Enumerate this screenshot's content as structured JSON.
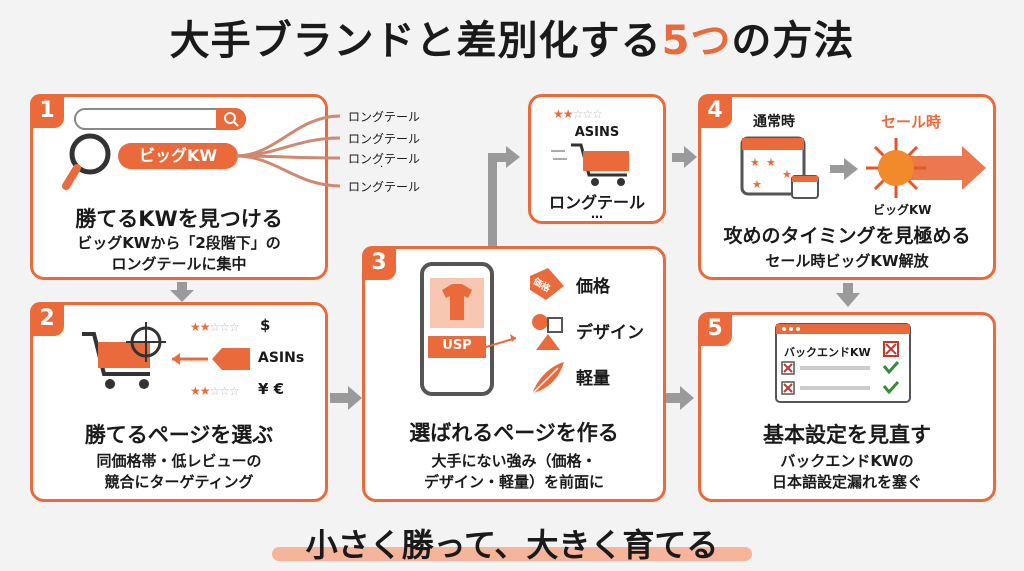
{
  "title": {
    "main": "大手ブランドと差別化する",
    "accent": "5つ",
    "tail": "の方法"
  },
  "footer": "小さく勝って、大きく育てる",
  "colors": {
    "accent": "#ea6a3b",
    "arrow": "#9a9a9a",
    "check": "#3a8a3a"
  },
  "steps": [
    {
      "number": "1",
      "heading": "勝てるKWを見つける",
      "desc": [
        "ビッグKWから「2段階下」の",
        "ロングテールに集中"
      ],
      "big_kw": "ビッグKW",
      "longtails": [
        "ロングテール",
        "ロングテール",
        "ロングテール",
        "ロングテール"
      ],
      "dot": "·"
    },
    {
      "number": "2",
      "heading": "勝てるページを選ぶ",
      "desc": [
        "同価格帯・低レビューの",
        "競合にターゲティング"
      ],
      "tag": "ASINs",
      "price_top": "$",
      "price_bottom": "¥ €"
    },
    {
      "number": "3",
      "heading": "選ばれるページを作る",
      "desc": [
        "大手にない強み（価格・",
        "デザイン・軽量）を前面に"
      ],
      "usp": "USP",
      "price_tag": "価格",
      "features": [
        "価格",
        "デザイン",
        "軽量"
      ]
    },
    {
      "number": "4",
      "heading": "攻めのタイミングを見極める",
      "desc": [
        "セール時ビッグKW解放"
      ],
      "normal": "通常時",
      "sale": "セール時",
      "big_kw": "ビッグKW"
    },
    {
      "number": "5",
      "heading": "基本設定を見直す",
      "desc": [
        "バックエンドKWの",
        "日本語設定漏れを塞ぐ"
      ],
      "panel_label": "バックエンドKW"
    }
  ],
  "mid_card": {
    "asins": "ASINS",
    "label": "ロングテール",
    "ellipsis": "…"
  }
}
